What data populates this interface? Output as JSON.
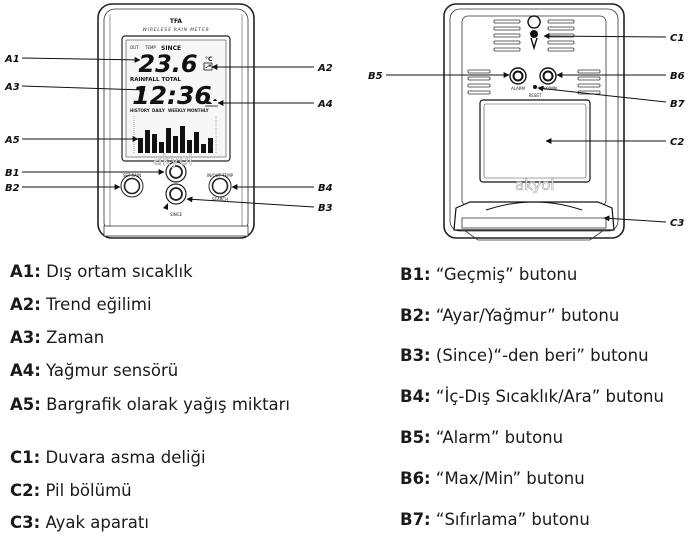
{
  "device_front": {
    "brand": "TFA",
    "model_caption": "WIRELESS RAIN METER",
    "lcd": {
      "label_out": "OUT",
      "label_temp": "TEMP",
      "label_since": "SINCE",
      "temperature": "23.6",
      "unit": "°C",
      "label_rainfall_total": "RAINFALL TOTAL",
      "time": "12:36",
      "label_history": "HISTORY",
      "label_daily": "DAILY",
      "label_weekly": "WEEKLY",
      "label_monthly": "MONTHLY"
    },
    "button_set_rain": "SET RAIN",
    "button_since": "SINCE",
    "button_inout_temp": "IN/OUT TEMP",
    "button_search": "SEARCH"
  },
  "device_back": {
    "button_alarm": "ALARM",
    "button_maxmin": "MAX/MIN",
    "label_reset": "RESET"
  },
  "watermark": "akyol",
  "callouts": {
    "a1": "A1",
    "a2": "A2",
    "a3": "A3",
    "a4": "A4",
    "a5": "A5",
    "b1": "B1",
    "b2": "B2",
    "b3": "B3",
    "b4": "B4",
    "c1": "C1",
    "b6": "B6",
    "b5": "B5",
    "b7": "B7",
    "c2": "C2",
    "c3": "C3"
  },
  "legend_left": [
    {
      "code": "A1:",
      "text": "Dış ortam sıcaklık"
    },
    {
      "code": "A2:",
      "text": "Trend eğilimi"
    },
    {
      "code": "A3:",
      "text": "Zaman"
    },
    {
      "code": "A4:",
      "text": "Yağmur sensörü"
    },
    {
      "code": "A5:",
      "text": "Bargrafik olarak yağış miktarı"
    },
    {
      "code": "C1:",
      "text": "Duvara asma deliği"
    },
    {
      "code": "C2:",
      "text": "Pil bölümü"
    },
    {
      "code": "C3:",
      "text": "Ayak aparatı"
    }
  ],
  "legend_right": [
    {
      "code": "B1:",
      "text": "“Geçmiş” butonu"
    },
    {
      "code": "B2:",
      "text": "“Ayar/Yağmur” butonu"
    },
    {
      "code": "B3:",
      "text": "(Since)“-den beri” butonu"
    },
    {
      "code": "B4:",
      "text": "“İç-Dış Sıcaklık/Ara” butonu"
    },
    {
      "code": "B5:",
      "text": "“Alarm” butonu"
    },
    {
      "code": "B6:",
      "text": "“Max/Min” butonu"
    },
    {
      "code": "B7:",
      "text": "“Sıfırlama” butonu"
    }
  ]
}
